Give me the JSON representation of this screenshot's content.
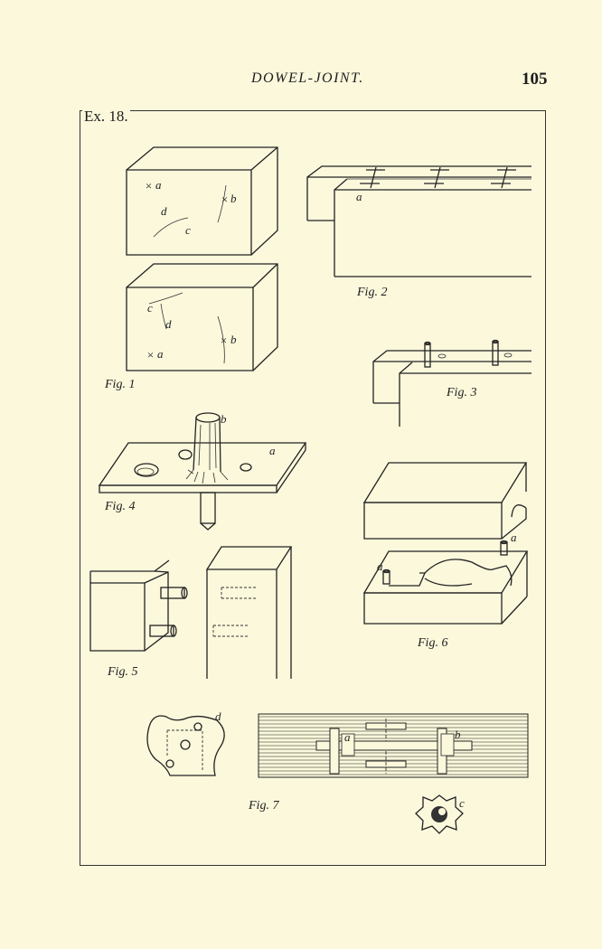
{
  "header": {
    "title": "DOWEL-JOINT.",
    "page_number": "105"
  },
  "plate": {
    "label": "Ex. 18."
  },
  "captions": {
    "fig1": "Fig. 1",
    "fig2": "Fig. 2",
    "fig3": "Fig. 3",
    "fig4": "Fig. 4",
    "fig5": "Fig. 5",
    "fig6": "Fig. 6",
    "fig7": "Fig. 7"
  },
  "letters": {
    "a": "a",
    "b": "b",
    "c": "c",
    "d": "d",
    "x": "×"
  }
}
